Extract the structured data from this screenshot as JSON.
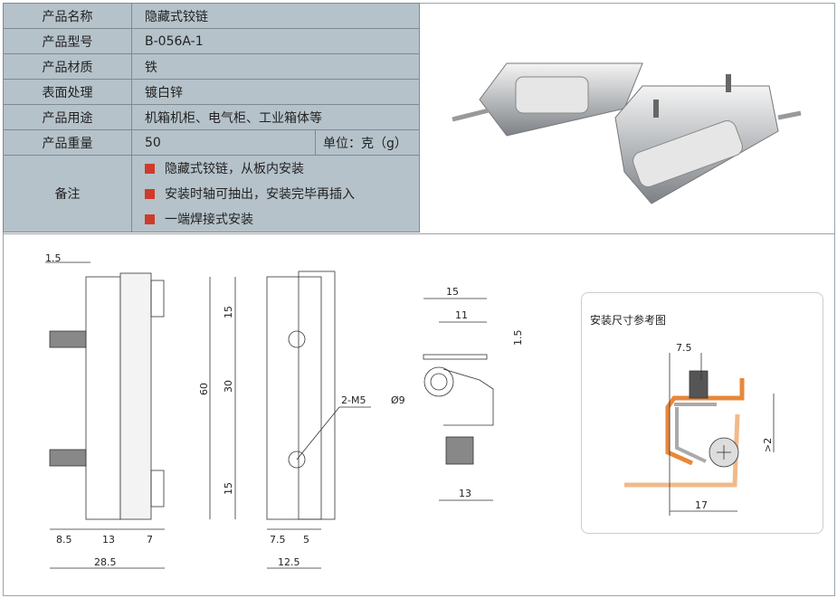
{
  "specs": [
    {
      "label": "产品名称",
      "value": "隐藏式铰链"
    },
    {
      "label": "产品型号",
      "value": "B-056A-1"
    },
    {
      "label": "产品材质",
      "value": "铁"
    },
    {
      "label": "表面处理",
      "value": "镀白锌"
    },
    {
      "label": "产品用途",
      "value": "机箱机柜、电气柜、工业箱体等"
    },
    {
      "label": "产品重量",
      "value": "50",
      "unit": "单位：克（g）"
    }
  ],
  "notes": {
    "label": "备注",
    "items": [
      "隐藏式铰链，从板内安装",
      "安装时轴可抽出，安装完毕再插入",
      "一端焊接式安装"
    ]
  },
  "drawing": {
    "side": {
      "top": "1.5",
      "d1": "8.5",
      "d2": "13",
      "d3": "7",
      "total": "28.5"
    },
    "front": {
      "h1": "15",
      "h2": "30",
      "h3": "15",
      "height": "60",
      "holes": "2-M5",
      "w1": "7.5",
      "w2": "5",
      "total": "12.5"
    },
    "end": {
      "w15": "15",
      "w11": "11",
      "t": "1.5",
      "dia": "Ø9",
      "w13": "13"
    },
    "install": {
      "title": "安装尺寸参考图",
      "d75": "7.5",
      "d17": "17",
      "gap": ">2"
    }
  },
  "colors": {
    "table_bg": "#b5c2ca",
    "bullet": "#d03a2c",
    "orange": "#e8883a"
  }
}
